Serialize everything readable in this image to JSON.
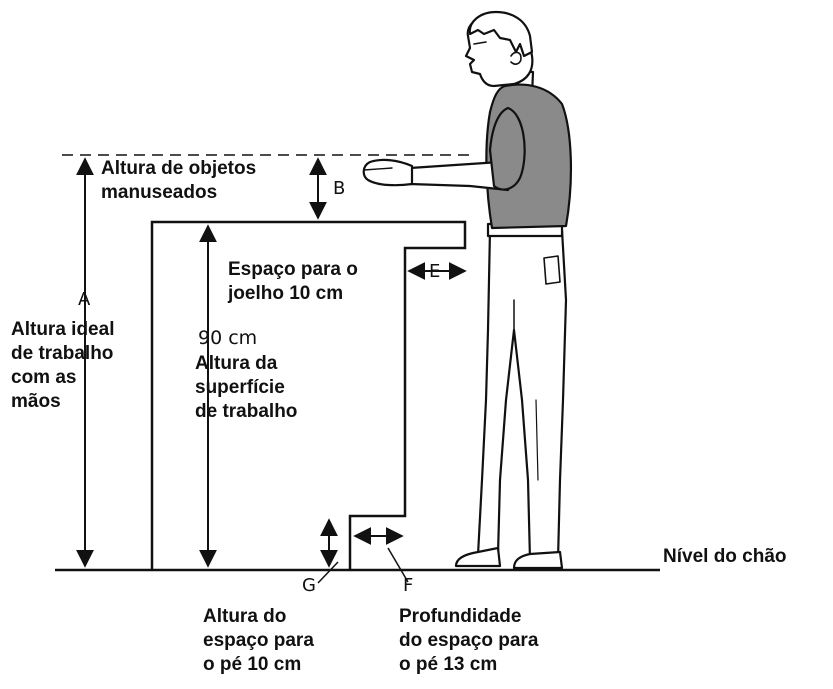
{
  "labels": {
    "objetos": [
      "Altura de objetos",
      "manuseados"
    ],
    "B": "B",
    "joelho": [
      "Espaço para o",
      "joelho 10 cm"
    ],
    "E": "E",
    "A": "A",
    "ideal": [
      "Altura ideal",
      "de trabalho",
      "com as",
      "mãos"
    ],
    "cm90": "90 cm",
    "superficie": [
      "Altura da",
      "superfície",
      "de trabalho"
    ],
    "G": "G",
    "F": "F",
    "chao": "Nível do chão",
    "pe_altura": [
      "Altura do",
      "espaço para",
      "o pé 10 cm"
    ],
    "pe_prof": [
      "Profundidade",
      "do espaço para",
      "o pé 13 cm"
    ]
  },
  "colors": {
    "ink": "#111111",
    "shirt": "#8a8a8a",
    "background": "#ffffff"
  }
}
